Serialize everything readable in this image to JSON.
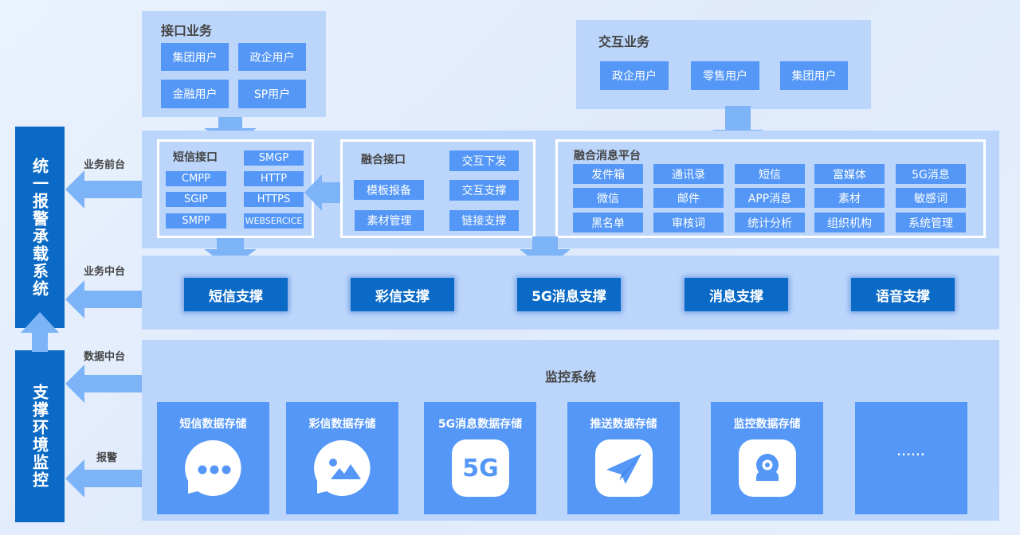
{
  "left_systems": {
    "top": "统一报警承载系统",
    "bottom": "支撑环境监控"
  },
  "layer_labels": {
    "front": "业务前台",
    "middle": "业务中台",
    "data": "数据中台",
    "alarm": "报警"
  },
  "interface_business": {
    "title": "接口业务",
    "items": [
      "集团用户",
      "政企用户",
      "金融用户",
      "SP用户"
    ]
  },
  "interactive_business": {
    "title": "交互业务",
    "items": [
      "政企用户",
      "零售用户",
      "集团用户"
    ]
  },
  "sms_interface": {
    "title": "短信接口",
    "left_items": [
      "CMPP",
      "SGIP",
      "SMPP"
    ],
    "right_items": [
      "SMGP",
      "HTTP",
      "HTTPS",
      "WEBSERCICE"
    ]
  },
  "fusion_interface": {
    "title": "融合接口",
    "left_items": [
      "模板报备",
      "素材管理"
    ],
    "right_items": [
      "交互下发",
      "交互支撑",
      "链接支撑"
    ]
  },
  "fusion_platform": {
    "title": "融合消息平台",
    "grid": [
      [
        "发件箱",
        "通讯录",
        "短信",
        "富媒体",
        "5G消息"
      ],
      [
        "微信",
        "邮件",
        "APP消息",
        "素材",
        "敏感词"
      ],
      [
        "黑名单",
        "审核词",
        "统计分析",
        "组织机构",
        "系统管理"
      ]
    ]
  },
  "middle_supports": [
    "短信支撑",
    "彩信支撑",
    "5G消息支撑",
    "消息支撑",
    "语音支撑"
  ],
  "monitoring": {
    "title": "监控系统",
    "cards": [
      {
        "title": "短信数据存储",
        "icon": "chat-bubble-icon"
      },
      {
        "title": "彩信数据存储",
        "icon": "image-bubble-icon"
      },
      {
        "title": "5G消息数据存储",
        "icon": "5g-icon",
        "icon_text": "5G"
      },
      {
        "title": "推送数据存储",
        "icon": "paper-plane-icon"
      },
      {
        "title": "监控数据存储",
        "icon": "webcam-icon"
      },
      {
        "title": "",
        "ellipsis": "......"
      }
    ]
  },
  "colors": {
    "panel": "#bcd6fb",
    "chip": "#5497f7",
    "dark_blue": "#0b6ac6",
    "arrow": "#7db3f7"
  }
}
